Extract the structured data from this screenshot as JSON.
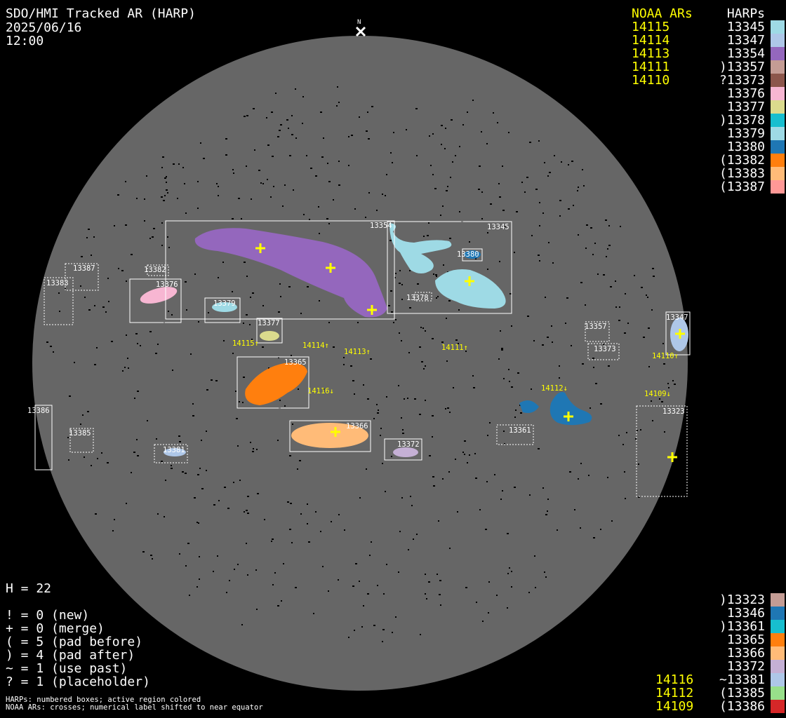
{
  "header": {
    "title": "SDO/HMI Tracked AR (HARP)",
    "date": "2025/06/16",
    "time": "12:00",
    "north_label": "N"
  },
  "legend_top": {
    "noaa_header": "NOAA ARs",
    "harp_header": "HARPs",
    "noaa": [
      "14115",
      "14114",
      "14113",
      "14111",
      "14110"
    ],
    "harps": [
      {
        "label": "13345",
        "color": "#9edae5"
      },
      {
        "label": "13347",
        "color": "#aec7e8"
      },
      {
        "label": "13354",
        "color": "#9467bd"
      },
      {
        "label": ")13357",
        "color": "#c49c94"
      },
      {
        "label": "?13373",
        "color": "#8c564b"
      },
      {
        "label": "13376",
        "color": "#f7b6d2"
      },
      {
        "label": "13377",
        "color": "#dbdb8d"
      },
      {
        "label": ")13378",
        "color": "#17becf"
      },
      {
        "label": "13379",
        "color": "#9edae5"
      },
      {
        "label": "13380",
        "color": "#1f77b4"
      },
      {
        "label": "(13382",
        "color": "#ff7f0e"
      },
      {
        "label": "(13383",
        "color": "#ffbb78"
      },
      {
        "label": "(13387",
        "color": "#ff9896"
      }
    ]
  },
  "legend_bottom": {
    "noaa": [
      "14116",
      "14112",
      "14109"
    ],
    "harps": [
      {
        "label": ")13323",
        "color": "#c49c94"
      },
      {
        "label": "13346",
        "color": "#1f77b4"
      },
      {
        "label": ")13361",
        "color": "#17becf"
      },
      {
        "label": "13365",
        "color": "#ff7f0e"
      },
      {
        "label": "13366",
        "color": "#ffbb78"
      },
      {
        "label": "13372",
        "color": "#c5b0d5"
      },
      {
        "label": "~13381",
        "color": "#aec7e8"
      },
      {
        "label": "(13385",
        "color": "#98df8a"
      },
      {
        "label": "(13386",
        "color": "#d62728"
      }
    ]
  },
  "stats": {
    "h": "H = 22",
    "lines": [
      "! = 0 (new)",
      "+ = 0 (merge)",
      "( = 5 (pad before)",
      ") = 4 (pad after)",
      "~ = 1 (use past)",
      "? = 1 (placeholder)"
    ]
  },
  "footer": [
    "HARPs: numbered boxes; active region colored",
    "NOAA ARs: crosses; numerical label shifted to near equator"
  ],
  "disk": {
    "colors": {
      "disk": "#666666",
      "cross": "#ffff00",
      "box": "#ffffff"
    },
    "box_labels": [
      "13354",
      "13345",
      "13380",
      "13378",
      "13387",
      "13383",
      "13382",
      "13376",
      "13379",
      "13377",
      "13365",
      "13357",
      "13373",
      "13347",
      "13361",
      "13323",
      "13386",
      "13385",
      "13381",
      "13366",
      "13372"
    ],
    "noaa_labels": [
      "14115↑",
      "14114↑",
      "14113↑",
      "14111↑",
      "14110↑",
      "14116↓",
      "14112↓",
      "14109↓"
    ]
  }
}
